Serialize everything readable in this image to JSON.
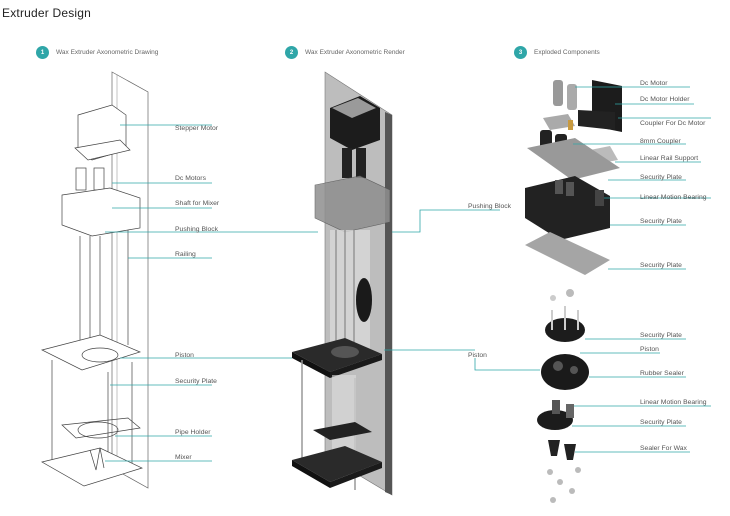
{
  "title": "Extruder Design",
  "accent_color": "#2fa6a8",
  "sections": [
    {
      "number": "1",
      "title": "Wax Extruder Axonometric Drawing"
    },
    {
      "number": "2",
      "title": "Wax Extruder Axonometric Render"
    },
    {
      "number": "3",
      "title": "Exploded Components"
    }
  ],
  "drawing_labels": [
    "Stepper Motor",
    "Dc Motors",
    "Shaft for Mixer",
    "Pushing Block",
    "Railing",
    "Piston",
    "Security Plate",
    "Pipe Holder",
    "Mixer"
  ],
  "render_labels": [
    "Pushing Block",
    "Piston"
  ],
  "exploded_labels": [
    "Dc Motor",
    "Dc Motor Holder",
    "Coupler For Dc Motor",
    "8mm Coupler",
    "Linear Rail Support",
    "Security Plate",
    "Linear Motion Bearing",
    "Security Plate",
    "Security Plate",
    "Security Plate",
    "Piston",
    "Rubber Sealer",
    "Linear Motion Bearing",
    "Security Plate",
    "Sealer For Wax"
  ]
}
